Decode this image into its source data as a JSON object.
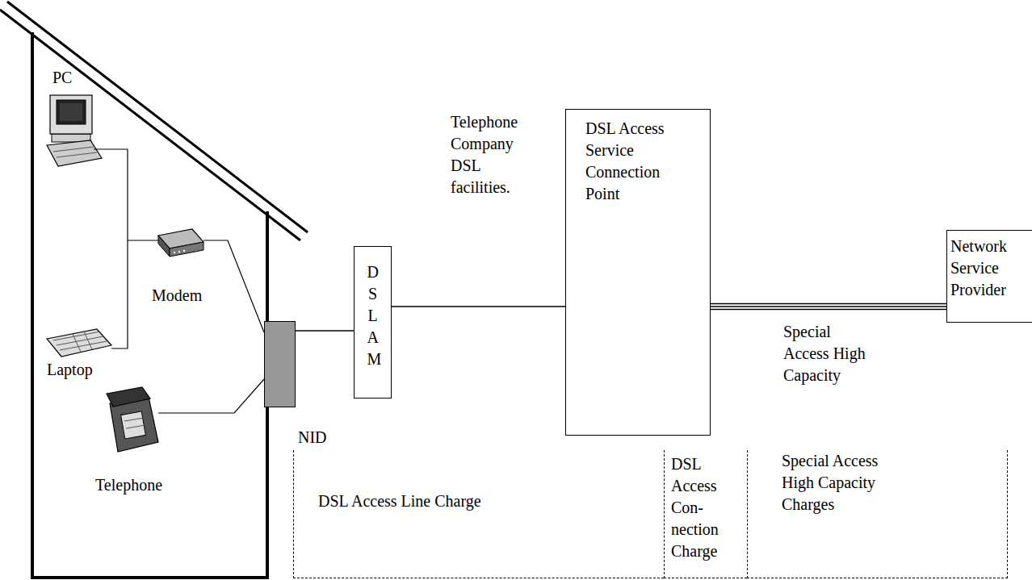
{
  "diagram": {
    "nodes": [
      {
        "text": [
          "NID"
        ]
      },
      {
        "text": [
          "D S L A M"
        ]
      },
      {
        "text": [
          "DSL Access Service Connection Point"
        ]
      },
      {
        "text": [
          "Network Service Provider"
        ]
      },
      {
        "text": [
          "DSL Access Line Charge"
        ]
      },
      {
        "text": [
          "DSL Access Con- nection Charge"
        ]
      },
      {
        "text": [
          "Special Access High Capacity Charges"
        ]
      }
    ],
    "edges": [
      {
        "from": 0,
        "to": 1,
        "arrow": "none"
      },
      {
        "from": 1,
        "to": 2,
        "arrow": "none"
      },
      {
        "from": 2,
        "to": 3,
        "label": "Special Access High Capacity",
        "arrow": "none"
      }
    ],
    "labels": [
      "PC",
      "Modem",
      "Laptop",
      "Telephone",
      "Telephone Company DSL facilities."
    ]
  }
}
